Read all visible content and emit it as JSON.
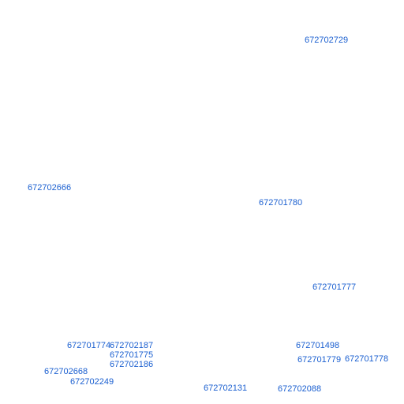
{
  "map": {
    "label_color": "#1a5fd0",
    "background": "#ffffff",
    "labels": [
      "672702729",
      "672702666",
      "672701780",
      "672701777",
      "672701774",
      "672702187",
      "672701775",
      "672702186",
      "672702668",
      "672702249",
      "672701498",
      "672701779",
      "672701778",
      "672702131",
      "672702088"
    ]
  }
}
